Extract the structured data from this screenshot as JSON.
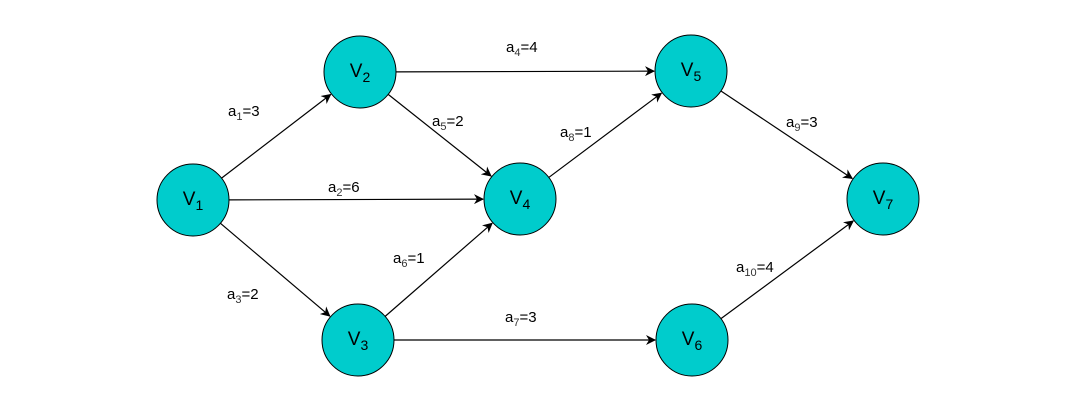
{
  "diagram": {
    "type": "activity-on-edge network (AOE)",
    "node_color": "#00CCCC",
    "nodes": [
      {
        "id": "V1",
        "base": "V",
        "sub": "1"
      },
      {
        "id": "V2",
        "base": "V",
        "sub": "2"
      },
      {
        "id": "V3",
        "base": "V",
        "sub": "3"
      },
      {
        "id": "V4",
        "base": "V",
        "sub": "4"
      },
      {
        "id": "V5",
        "base": "V",
        "sub": "5"
      },
      {
        "id": "V6",
        "base": "V",
        "sub": "6"
      },
      {
        "id": "V7",
        "base": "V",
        "sub": "7"
      }
    ],
    "edges": [
      {
        "id": "a1",
        "from": "V1",
        "to": "V2",
        "base": "a",
        "sub": "1",
        "value": "=3"
      },
      {
        "id": "a2",
        "from": "V1",
        "to": "V4",
        "base": "a",
        "sub": "2",
        "value": "=6"
      },
      {
        "id": "a3",
        "from": "V1",
        "to": "V3",
        "base": "a",
        "sub": "3",
        "value": "=2"
      },
      {
        "id": "a4",
        "from": "V2",
        "to": "V5",
        "base": "a",
        "sub": "4",
        "value": "=4"
      },
      {
        "id": "a5",
        "from": "V2",
        "to": "V4",
        "base": "a",
        "sub": "5",
        "value": "=2"
      },
      {
        "id": "a6",
        "from": "V3",
        "to": "V4",
        "base": "a",
        "sub": "6",
        "value": "=1"
      },
      {
        "id": "a7",
        "from": "V3",
        "to": "V6",
        "base": "a",
        "sub": "7",
        "value": "=3"
      },
      {
        "id": "a8",
        "from": "V4",
        "to": "V5",
        "base": "a",
        "sub": "8",
        "value": "=1"
      },
      {
        "id": "a9",
        "from": "V5",
        "to": "V7",
        "base": "a",
        "sub": "9",
        "value": "=3"
      },
      {
        "id": "a10",
        "from": "V6",
        "to": "V7",
        "base": "a",
        "sub": "10",
        "value": "=4"
      }
    ]
  }
}
